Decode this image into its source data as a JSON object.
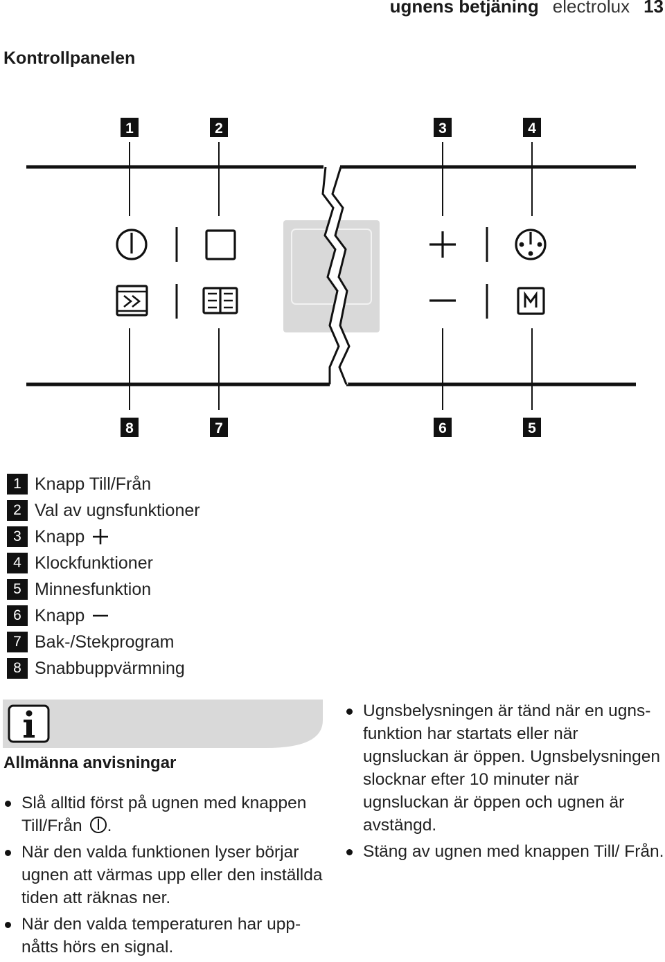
{
  "header": {
    "section": "ugnens betjäning",
    "brand": "electrolux",
    "page_number": "13"
  },
  "page_title": "Kontrollpanelen",
  "diagram": {
    "callouts_top": [
      "1",
      "2",
      "3",
      "4"
    ],
    "callouts_bottom": [
      "8",
      "7",
      "6",
      "5"
    ]
  },
  "legend": [
    {
      "num": "1",
      "label": "Knapp Till/Från",
      "symbol": ""
    },
    {
      "num": "2",
      "label": "Val av ugnsfunktioner",
      "symbol": ""
    },
    {
      "num": "3",
      "label": "Knapp",
      "symbol": "plus-icon"
    },
    {
      "num": "4",
      "label": "Klockfunktioner",
      "symbol": ""
    },
    {
      "num": "5",
      "label": "Minnesfunktion",
      "symbol": ""
    },
    {
      "num": "6",
      "label": "Knapp",
      "symbol": "minus-icon"
    },
    {
      "num": "7",
      "label": "Bak-/Stekprogram",
      "symbol": ""
    },
    {
      "num": "8",
      "label": "Snabbuppvärmning",
      "symbol": ""
    }
  ],
  "info": {
    "title": "Allmänna anvisningar",
    "icon": "info-icon",
    "left_bullets": [
      "Slå alltid först på ugnen med knappen Till/Från",
      "När den valda funktionen lyser börjar ugnen att värmas upp eller den inställda tiden att räknas ner.",
      "När den valda temperaturen har upp-nåtts hörs en signal."
    ],
    "left_bullet_1_suffix": ".",
    "right_bullets": [
      "Ugnsbelysningen är tänd när en ugns-funktion har startats eller när ugnsluckan är öppen. Ugnsbelysningen slocknar efter 10 minuter när ugnsluckan är öppen och ugnen är avstängd.",
      "Stäng av ugnen med knappen Till/ Från."
    ]
  },
  "colors": {
    "text": "#1a1a1a",
    "display_panel": "#d9d9d9",
    "info_bar": "#d9d9d9"
  }
}
